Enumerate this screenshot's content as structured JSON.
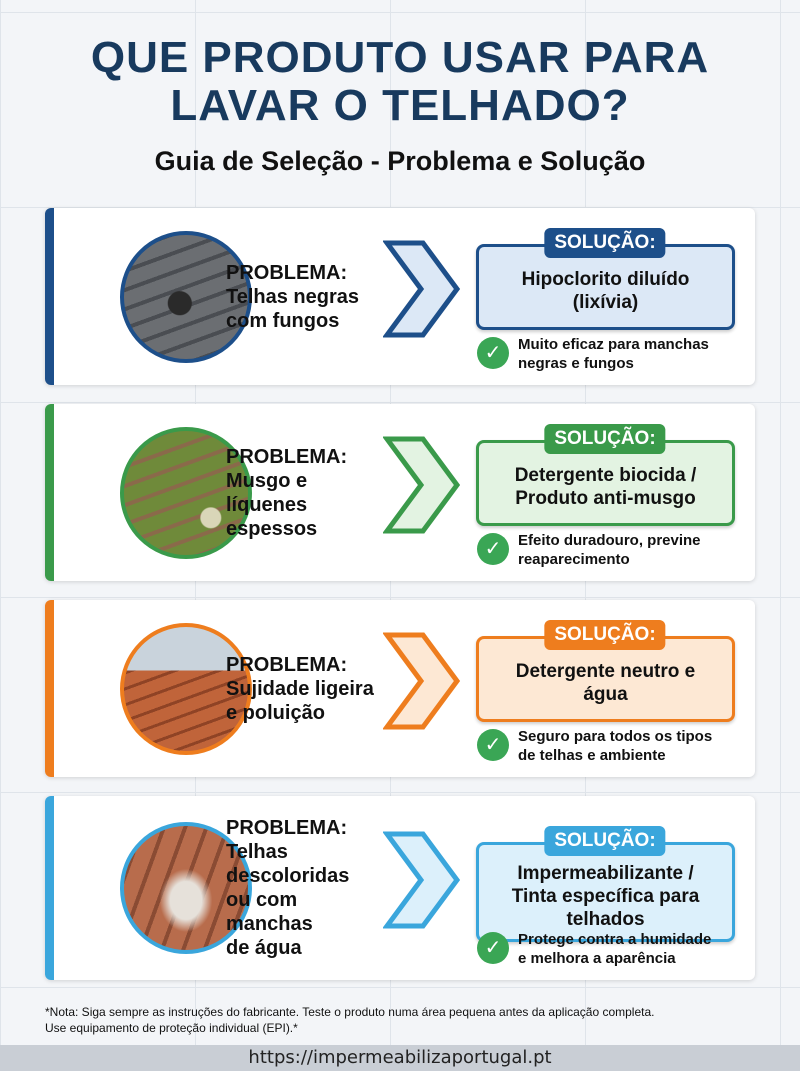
{
  "title_line1": "QUE PRODUTO USAR PARA",
  "title_line2": "LAVAR O TELHADO?",
  "subtitle": "Guia de Seleção - Problema e Solução",
  "cards": [
    {
      "color": "#1d4f8a",
      "fill": "#dce8f6",
      "img": "dark-fungus-roof-tiles",
      "problem_label": "PROBLEMA:",
      "problem_lines": [
        "Telhas negras",
        "com fungos"
      ],
      "solution_label": "SOLUÇÃO:",
      "solution_lines": [
        "Hipoclorito diluído",
        "(lixívia)"
      ],
      "benefit_lines": [
        "Muito eficaz para manchas",
        "negras e fungos"
      ]
    },
    {
      "color": "#3a9a4a",
      "fill": "#e3f3e2",
      "img": "moss-covered-roof-tiles",
      "problem_label": "PROBLEMA:",
      "problem_lines": [
        "Musgo e",
        "líquenes",
        "espessos"
      ],
      "solution_label": "SOLUÇÃO:",
      "solution_lines": [
        "Detergente biocida /",
        "Produto anti-musgo"
      ],
      "benefit_lines": [
        "Efeito duradouro, previne",
        "reaparecimento"
      ]
    },
    {
      "color": "#ee7d1e",
      "fill": "#fde8d4",
      "img": "dirty-roof-city-pollution",
      "problem_label": "PROBLEMA:",
      "problem_lines": [
        "Sujidade ligeira",
        "e poluição"
      ],
      "solution_label": "SOLUÇÃO:",
      "solution_lines": [
        "Detergente neutro e",
        "água"
      ],
      "benefit_lines": [
        "Seguro para todos os tipos",
        "de telhas e ambiente"
      ]
    },
    {
      "color": "#3aa6dc",
      "fill": "#dcf0fb",
      "img": "discolored-water-stained-tiles",
      "problem_label": "PROBLEMA:",
      "problem_lines": [
        "Telhas",
        "descoloridas",
        "ou com",
        "manchas",
        "de água"
      ],
      "solution_label": "SOLUÇÃO:",
      "solution_lines": [
        "Impermeabilizante /",
        "Tinta específica para",
        "telhados"
      ],
      "benefit_lines": [
        "Protege contra a humidade",
        "e melhora a aparência"
      ]
    }
  ],
  "note_line1": "*Nota: Siga sempre as instruções do fabricante. Teste o produto numa área pequena antes da aplicação completa.",
  "note_line2": "Use equipamento de proteção individual (EPI).*",
  "footer_url": "https://impermeabilizaportugal.pt"
}
